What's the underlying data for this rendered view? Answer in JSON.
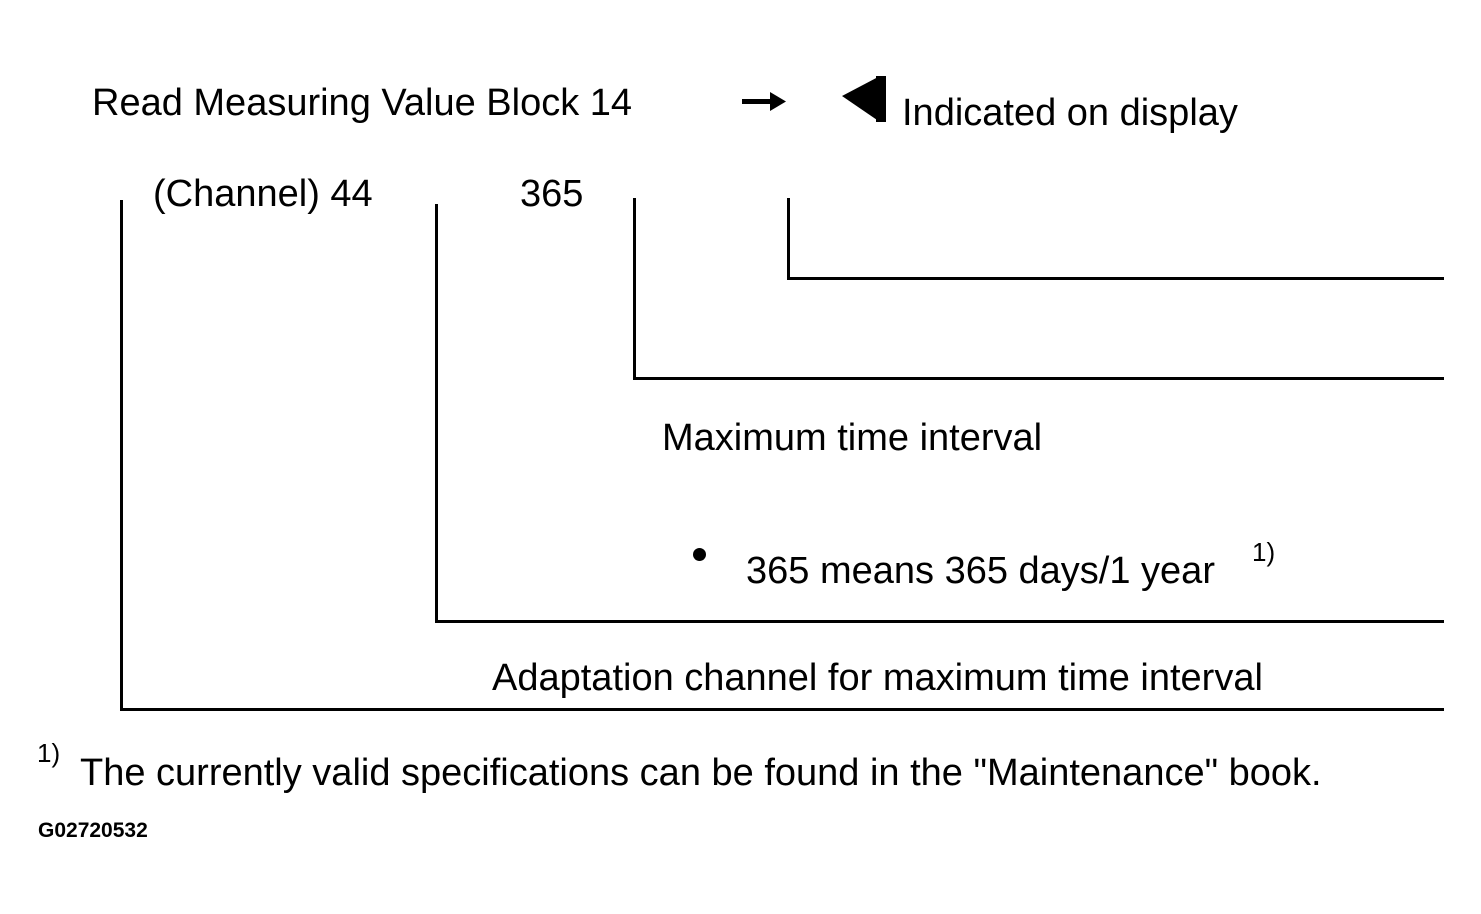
{
  "diagram": {
    "heading": "Read Measuring Value Block 14",
    "arrow_icon": "right-arrow-icon",
    "display_icon": "left-triangle-icon",
    "indicated_label": "Indicated on display",
    "channel_label": "(Channel) 44",
    "value_label": "365",
    "max_interval_label": "Maximum time interval",
    "bullet_text": "365 means 365 days/1 year",
    "footnote_marker": "1)",
    "adaptation_label": "Adaptation channel for maximum time interval",
    "footnote_text": "The currently valid specifications can be found in the \"Maintenance\" book.",
    "figure_code": "G02720532"
  }
}
